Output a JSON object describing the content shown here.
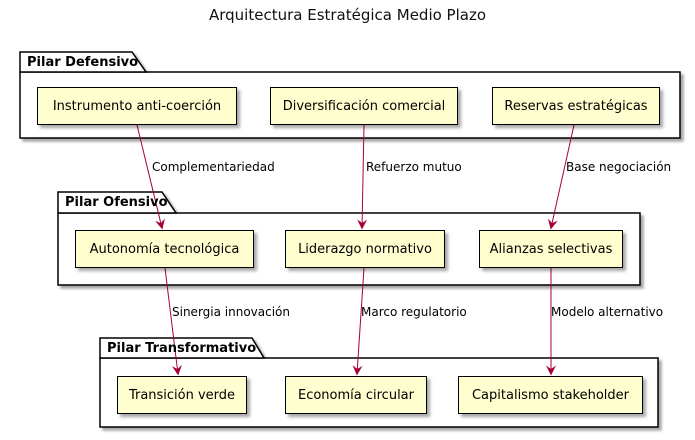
{
  "title": "Arquitectura Estratégica Medio Plazo",
  "colors": {
    "node_fill": "#FEFECE",
    "node_border": "#000000",
    "package_fill": "#FFFFFF",
    "package_border": "#000000",
    "arrow": "#A80036"
  },
  "packages": [
    {
      "name": "Pilar Defensivo",
      "nodes": [
        "Instrumento anti-coerción",
        "Diversificación comercial",
        "Reservas estratégicas"
      ]
    },
    {
      "name": "Pilar Ofensivo",
      "nodes": [
        "Autonomía tecnológica",
        "Liderazgo normativo",
        "Alianzas selectivas"
      ]
    },
    {
      "name": "Pilar Transformativo",
      "nodes": [
        "Transición verde",
        "Economía circular",
        "Capitalismo stakeholder"
      ]
    }
  ],
  "edges": [
    {
      "from": "Instrumento anti-coerción",
      "to": "Autonomía tecnológica",
      "label": "Complementariedad"
    },
    {
      "from": "Diversificación comercial",
      "to": "Liderazgo normativo",
      "label": "Refuerzo mutuo"
    },
    {
      "from": "Reservas estratégicas",
      "to": "Alianzas selectivas",
      "label": "Base negociación"
    },
    {
      "from": "Autonomía tecnológica",
      "to": "Transición verde",
      "label": "Sinergia innovación"
    },
    {
      "from": "Liderazgo normativo",
      "to": "Economía circular",
      "label": "Marco regulatorio"
    },
    {
      "from": "Alianzas selectivas",
      "to": "Capitalismo stakeholder",
      "label": "Modelo alternativo"
    }
  ]
}
